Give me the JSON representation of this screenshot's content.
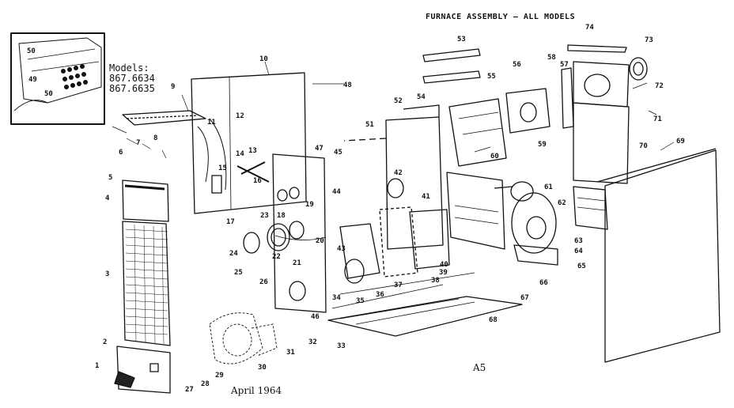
{
  "header": {
    "title": "FURNACE ASSEMBLY — ALL MODELS"
  },
  "models": {
    "label": "Models:",
    "list": [
      "867.6634",
      "867.6635"
    ]
  },
  "footer": {
    "date": "April 1964",
    "ref": "A5"
  },
  "inset_labels": [
    "50",
    "49",
    "50"
  ],
  "part_labels": [
    "1",
    "2",
    "3",
    "4",
    "5",
    "6",
    "7",
    "8",
    "9",
    "10",
    "11",
    "12",
    "13",
    "14",
    "15",
    "16",
    "17",
    "18",
    "19",
    "20",
    "21",
    "22",
    "23",
    "24",
    "25",
    "26",
    "27",
    "28",
    "29",
    "30",
    "31",
    "32",
    "33",
    "34",
    "35",
    "36",
    "37",
    "38",
    "39",
    "40",
    "41",
    "42",
    "43",
    "44",
    "45",
    "46",
    "47",
    "48",
    "51",
    "52",
    "53",
    "54",
    "55",
    "56",
    "57",
    "58",
    "59",
    "60",
    "61",
    "62",
    "63",
    "64",
    "65",
    "66",
    "67",
    "68",
    "69",
    "70",
    "71",
    "72",
    "73",
    "74"
  ]
}
